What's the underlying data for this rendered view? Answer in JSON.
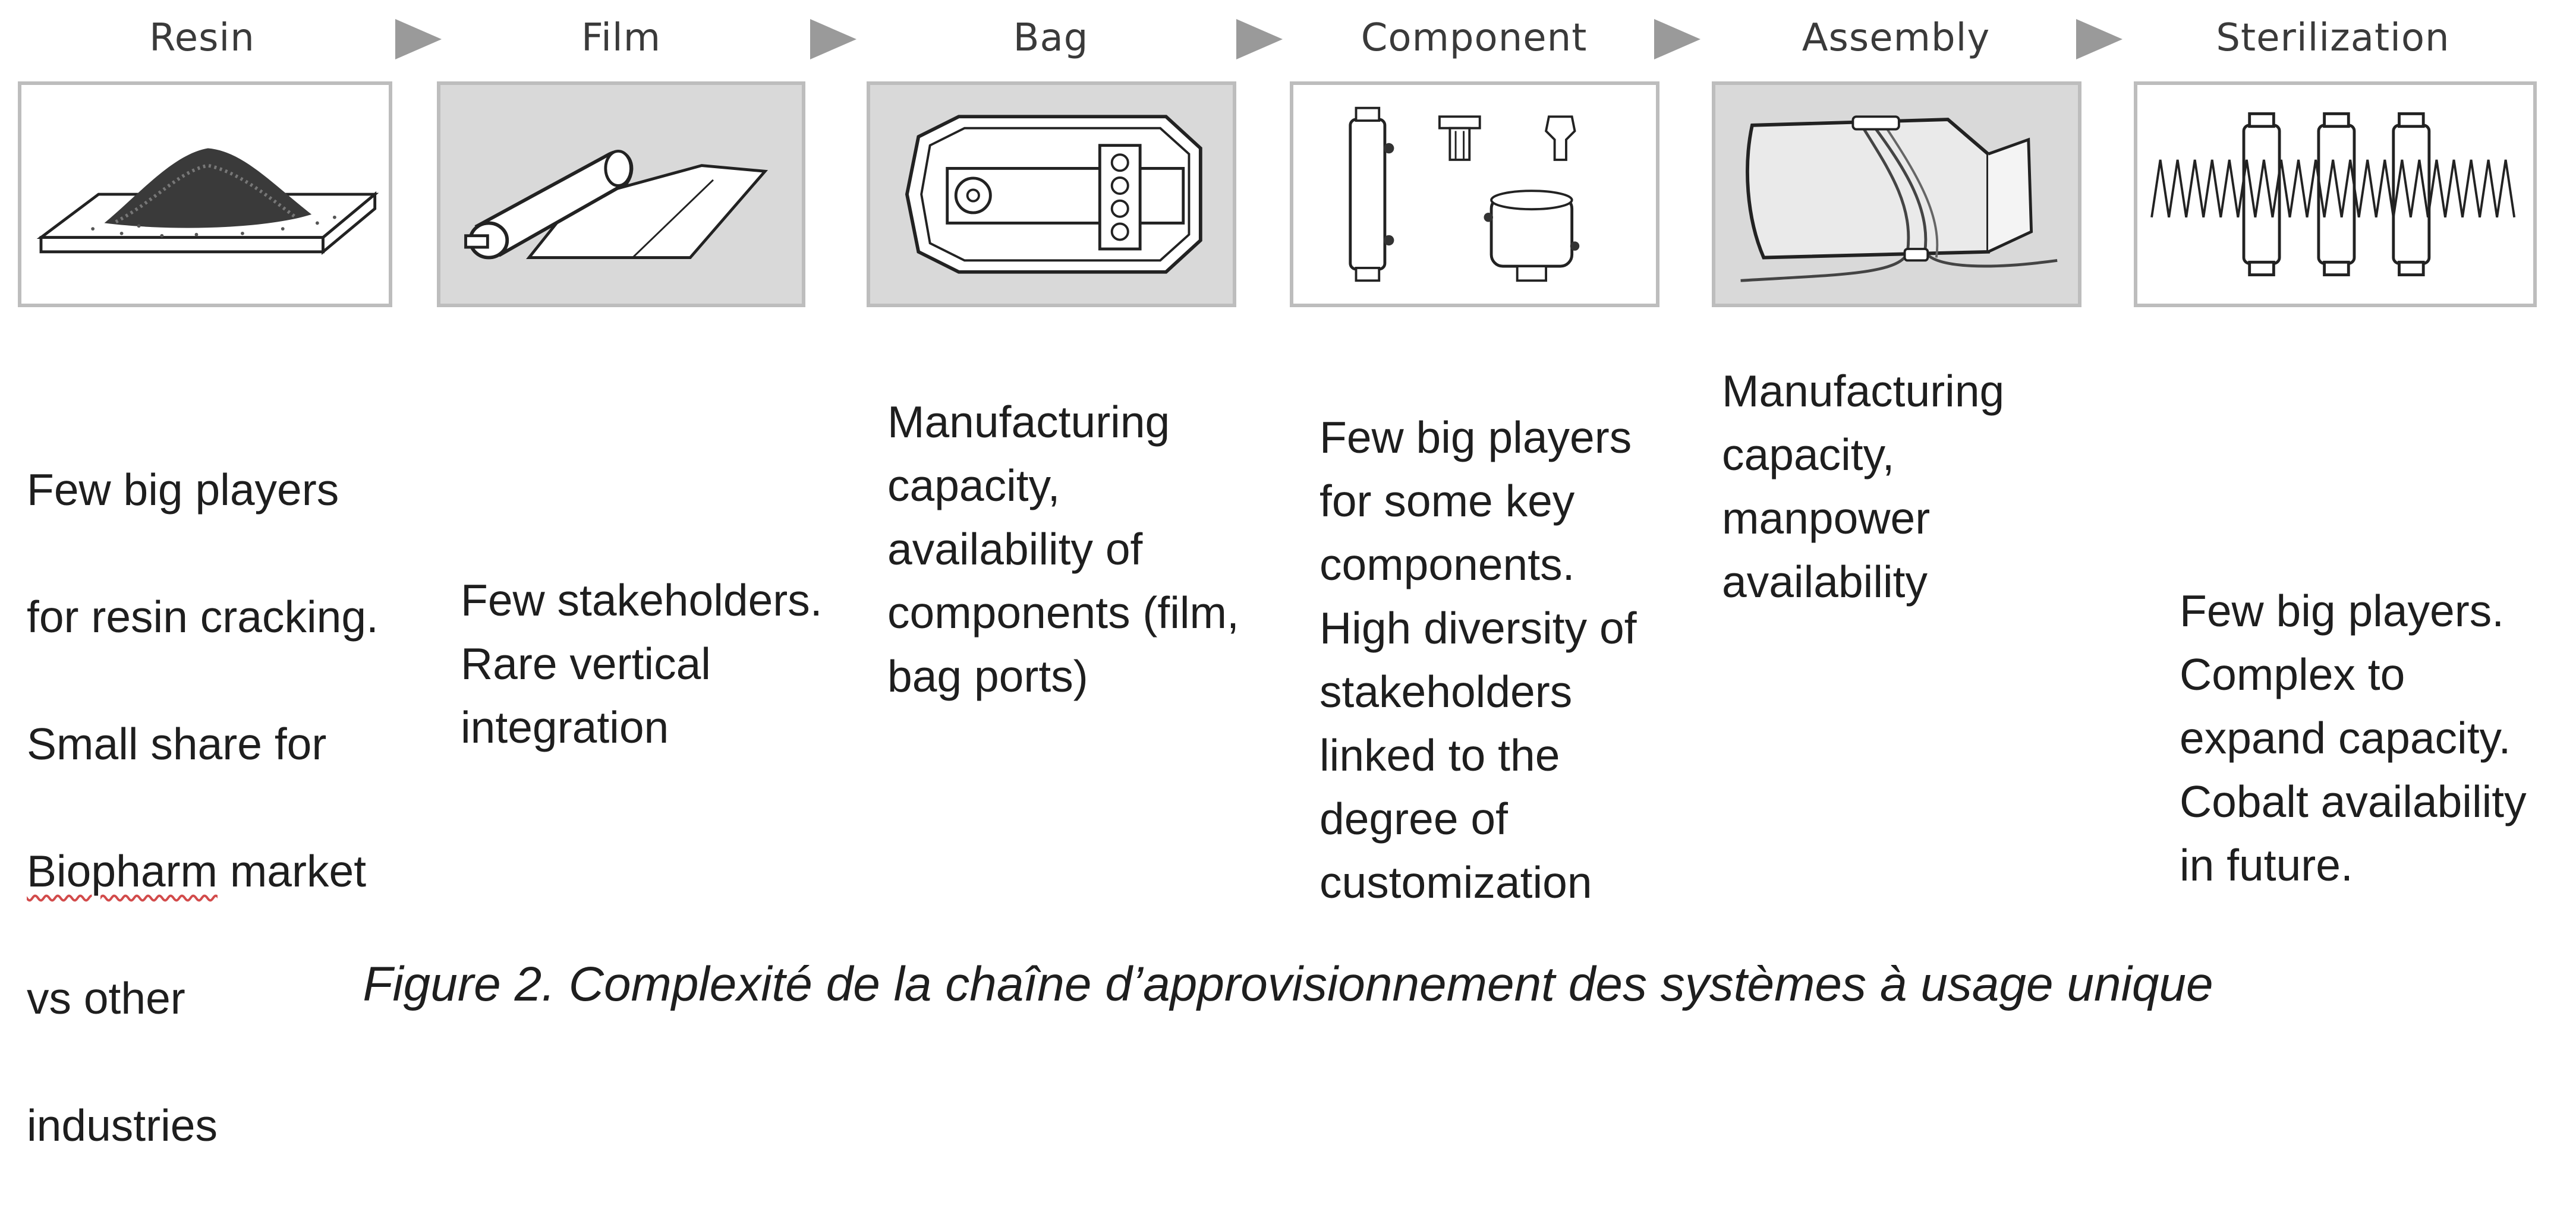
{
  "stages": [
    {
      "title": "Resin"
    },
    {
      "title": "Film"
    },
    {
      "title": "Bag"
    },
    {
      "title": "Component"
    },
    {
      "title": "Assembly"
    },
    {
      "title": "Sterilization"
    }
  ],
  "descriptions": {
    "resin": {
      "line1": "Few big players",
      "line2": "for resin cracking.",
      "line3": "Small share for",
      "line4_word": "Biopharm",
      "line4_rest": " market",
      "line5": "vs other",
      "line6": "industries"
    },
    "film": "Few stakeholders.\nRare vertical\nintegration",
    "bag": "Manufacturing\ncapacity,\navailability of\ncomponents (film,\nbag ports)",
    "component": "Few big players\nfor some key\ncomponents.\nHigh diversity of\nstakeholders\nlinked to the\ndegree of\ncustomization",
    "assembly": "Manufacturing\ncapacity,\nmanpower\navailability",
    "sterilization": "Few big players.\nComplex to\nexpand capacity.\nCobalt availability\nin future."
  },
  "caption": "Figure 2. Complexité de la chaîne d’approvisionnement des systèmes à usage unique",
  "colors": {
    "panel_border": "#bdbdbd",
    "panel_gray": "#d9d9d9",
    "arrow": "#9a9a9a"
  }
}
